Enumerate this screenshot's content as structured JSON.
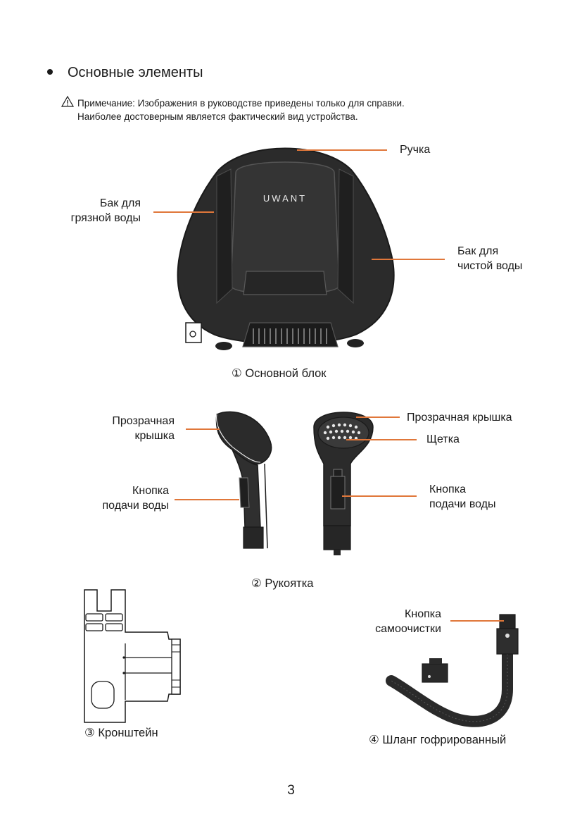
{
  "section": {
    "title": "Основные элементы",
    "note_line1": "Примечание: Изображения в руководстве приведены только для справки.",
    "note_line2": "Наиболее достоверным является фактический вид устройства."
  },
  "main_unit": {
    "brand": "UWANT",
    "label_handle": "Ручка",
    "label_dirty_1": "Бак для",
    "label_dirty_2": "грязной воды",
    "label_clean_1": "Бак для",
    "label_clean_2": "чистой воды",
    "caption": "① Основной блок"
  },
  "handle_part": {
    "label_cover_left_1": "Прозрачная",
    "label_cover_left_2": "крышка",
    "label_button_left_1": "Кнопка",
    "label_button_left_2": "подачи воды",
    "label_cover_right": "Прозрачная крышка",
    "label_brush": "Щетка",
    "label_button_right_1": "Кнопка",
    "label_button_right_2": "подачи воды",
    "caption": "② Рукоятка"
  },
  "bracket": {
    "caption": "③ Кронштейн"
  },
  "hose": {
    "label_selfclean_1": "Кнопка",
    "label_selfclean_2": "самоочистки",
    "caption": "④ Шланг гофрированный"
  },
  "page": {
    "number": "3"
  },
  "colors": {
    "leader": "#e0773a",
    "ink": "#1a1a1a"
  }
}
